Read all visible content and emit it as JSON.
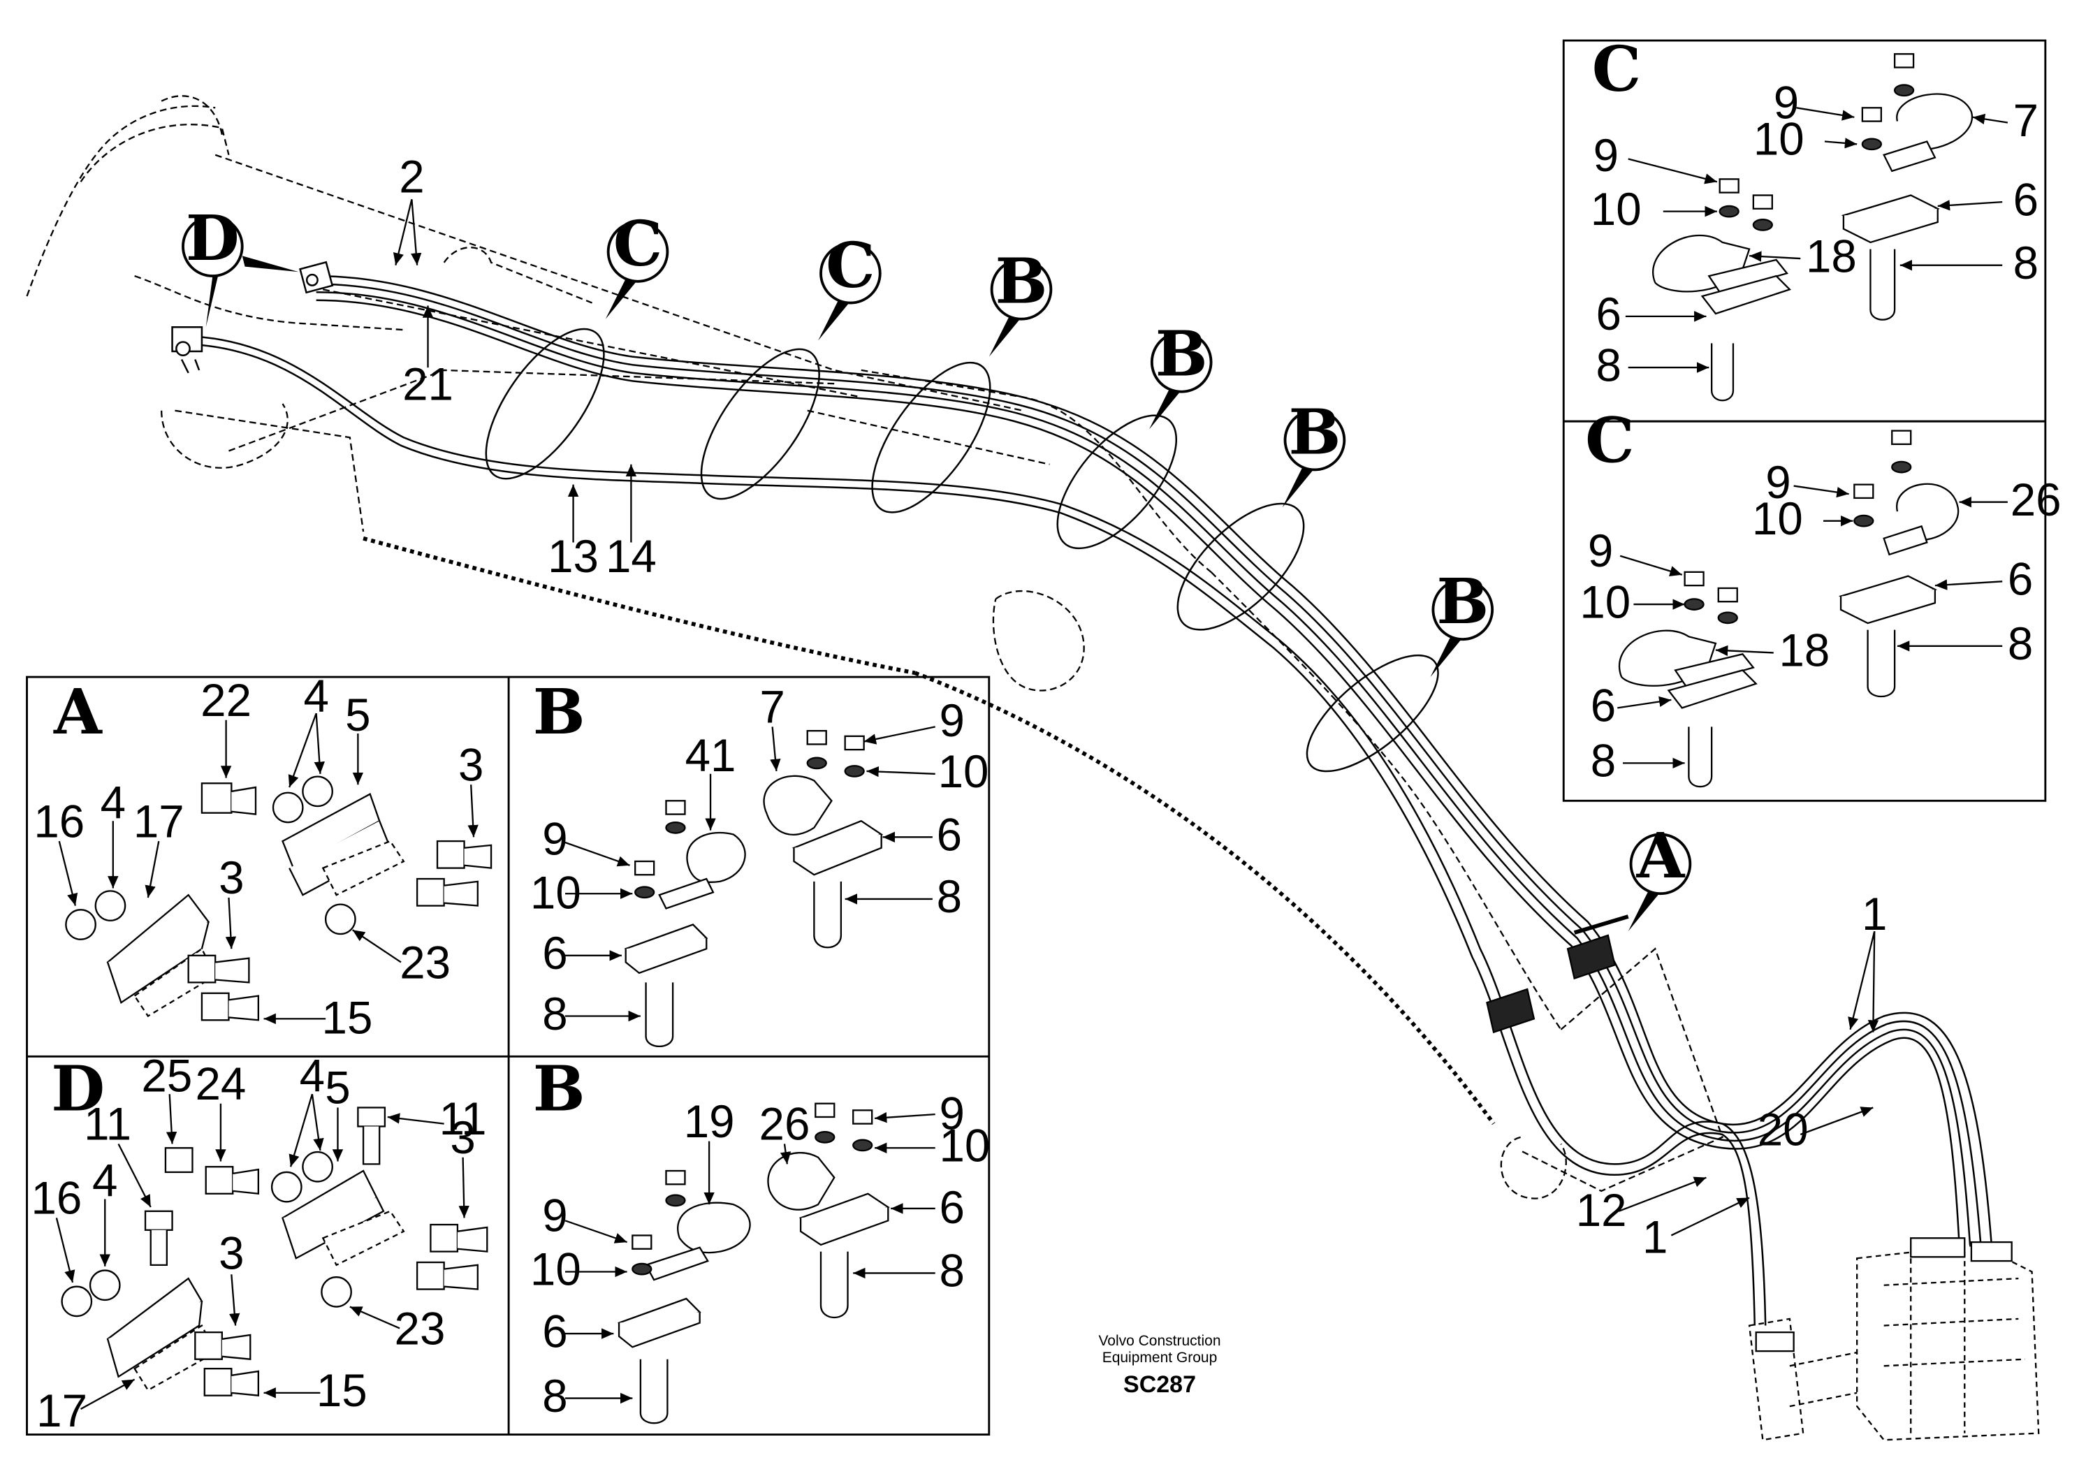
{
  "callouts": {
    "d": "D",
    "c1": "C",
    "c2": "C",
    "b1": "B",
    "b2": "B",
    "b3": "B",
    "b4": "B",
    "a": "A"
  },
  "main_labels": {
    "n2": "2",
    "n21": "21",
    "n13": "13",
    "n14": "14",
    "n1a": "1",
    "n20": "20",
    "n12": "12",
    "n1b": "1"
  },
  "panels": {
    "c_top": {
      "letter": "C",
      "labels": {
        "n9a": "9",
        "n10a": "10",
        "n7": "7",
        "n9b": "9",
        "n6a": "6",
        "n10b": "10",
        "n18": "18",
        "n8a": "8",
        "n6b": "6",
        "n8b": "8"
      }
    },
    "c_bottom": {
      "letter": "C",
      "labels": {
        "n9a": "9",
        "n10a": "10",
        "n26": "26",
        "n9b": "9",
        "n6a": "6",
        "n10b": "10",
        "n18": "18",
        "n8a": "8",
        "n6b": "6",
        "n8b": "8"
      }
    },
    "a": {
      "letter": "A",
      "labels": {
        "n22": "22",
        "n4a": "4",
        "n5": "5",
        "n3a": "3",
        "n16": "16",
        "n4b": "4",
        "n17": "17",
        "n3b": "3",
        "n23": "23",
        "n15": "15"
      }
    },
    "b_top": {
      "letter": "B",
      "labels": {
        "n7": "7",
        "n9a": "9",
        "n41": "41",
        "n10a": "10",
        "n9b": "9",
        "n6a": "6",
        "n10b": "10",
        "n8a": "8",
        "n6b": "6",
        "n8b": "8"
      }
    },
    "d": {
      "letter": "D",
      "labels": {
        "n25": "25",
        "n24": "24",
        "n4a": "4",
        "n5": "5",
        "n11a": "11",
        "n11b": "11",
        "n3a": "3",
        "n16": "16",
        "n4b": "4",
        "n3b": "3",
        "n23": "23",
        "n17": "17",
        "n15": "15"
      }
    },
    "b_bottom": {
      "letter": "B",
      "labels": {
        "n26": "26",
        "n9a": "9",
        "n19": "19",
        "n10a": "10",
        "n6a": "6",
        "n9b": "9",
        "n8a": "8",
        "n10b": "10",
        "n6b": "6",
        "n8b": "8"
      }
    }
  },
  "footer": {
    "company_line1": "Volvo Construction",
    "company_line2": "Equipment Group",
    "code": "SC287"
  }
}
